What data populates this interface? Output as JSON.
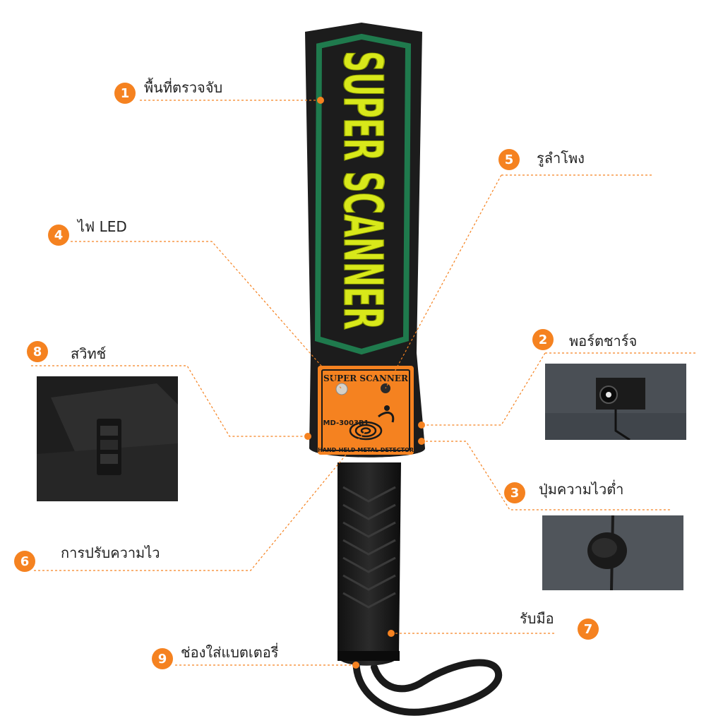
{
  "device": {
    "brand_label": "SUPER SCANNER",
    "panel_brand": "SUPER SCANNER",
    "model": "MD-3003B1",
    "panel_caption": "HAND-HELD METAL DETECTOR"
  },
  "callouts": [
    {
      "num": "1",
      "label": "พื้นที่ตรวจจับ"
    },
    {
      "num": "2",
      "label": "พอร์ตชาร์จ"
    },
    {
      "num": "3",
      "label": "ปุ่มความไวต่ำ"
    },
    {
      "num": "4",
      "label": "ไฟ LED"
    },
    {
      "num": "5",
      "label": "รูลำโพง"
    },
    {
      "num": "6",
      "label": "การปรับความไว"
    },
    {
      "num": "7",
      "label": "รับมือ"
    },
    {
      "num": "8",
      "label": "สวิทช์"
    },
    {
      "num": "9",
      "label": "ช่องใส่แบตเตอรี่"
    }
  ],
  "colors": {
    "accent": "#f58220",
    "device_body": "#1c1c1c",
    "stripe": "#1f7a4d",
    "text_fill": "#d8e81a",
    "panel": "#f58220"
  }
}
